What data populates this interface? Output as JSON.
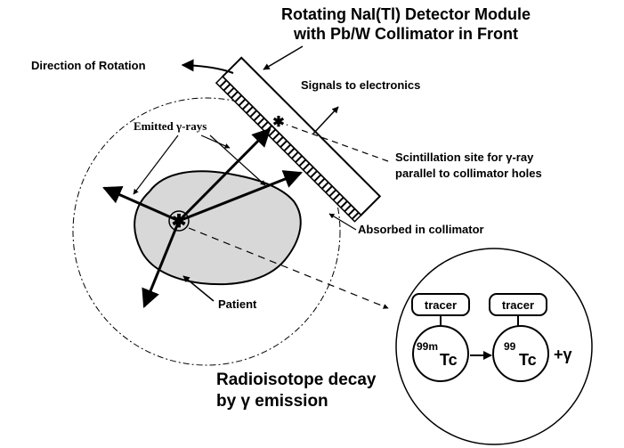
{
  "title": {
    "line1": "Rotating NaI(Tl) Detector Module",
    "line2": "with Pb/W Collimator in Front"
  },
  "labels": {
    "direction_of_rotation": "Direction of Rotation",
    "signals_to_electronics": "Signals to electronics",
    "emitted_gamma_rays": "Emitted γ-rays",
    "scintillation_line1": "Scintillation site for γ-ray",
    "scintillation_line2": "parallel to collimator holes",
    "absorbed_in_collimator": "Absorbed in collimator",
    "patient": "Patient"
  },
  "decay": {
    "title_line1": "Radioisotope decay",
    "title_line2": "by γ emission",
    "tracer_left": "tracer",
    "tracer_right": "tracer",
    "parent_mass": "99m",
    "parent_symbol": "Tc",
    "daughter_mass": "99",
    "daughter_symbol": "Tc",
    "emission": "+γ"
  },
  "colors": {
    "patient_fill": "#d8d8d8",
    "line": "#000000"
  }
}
